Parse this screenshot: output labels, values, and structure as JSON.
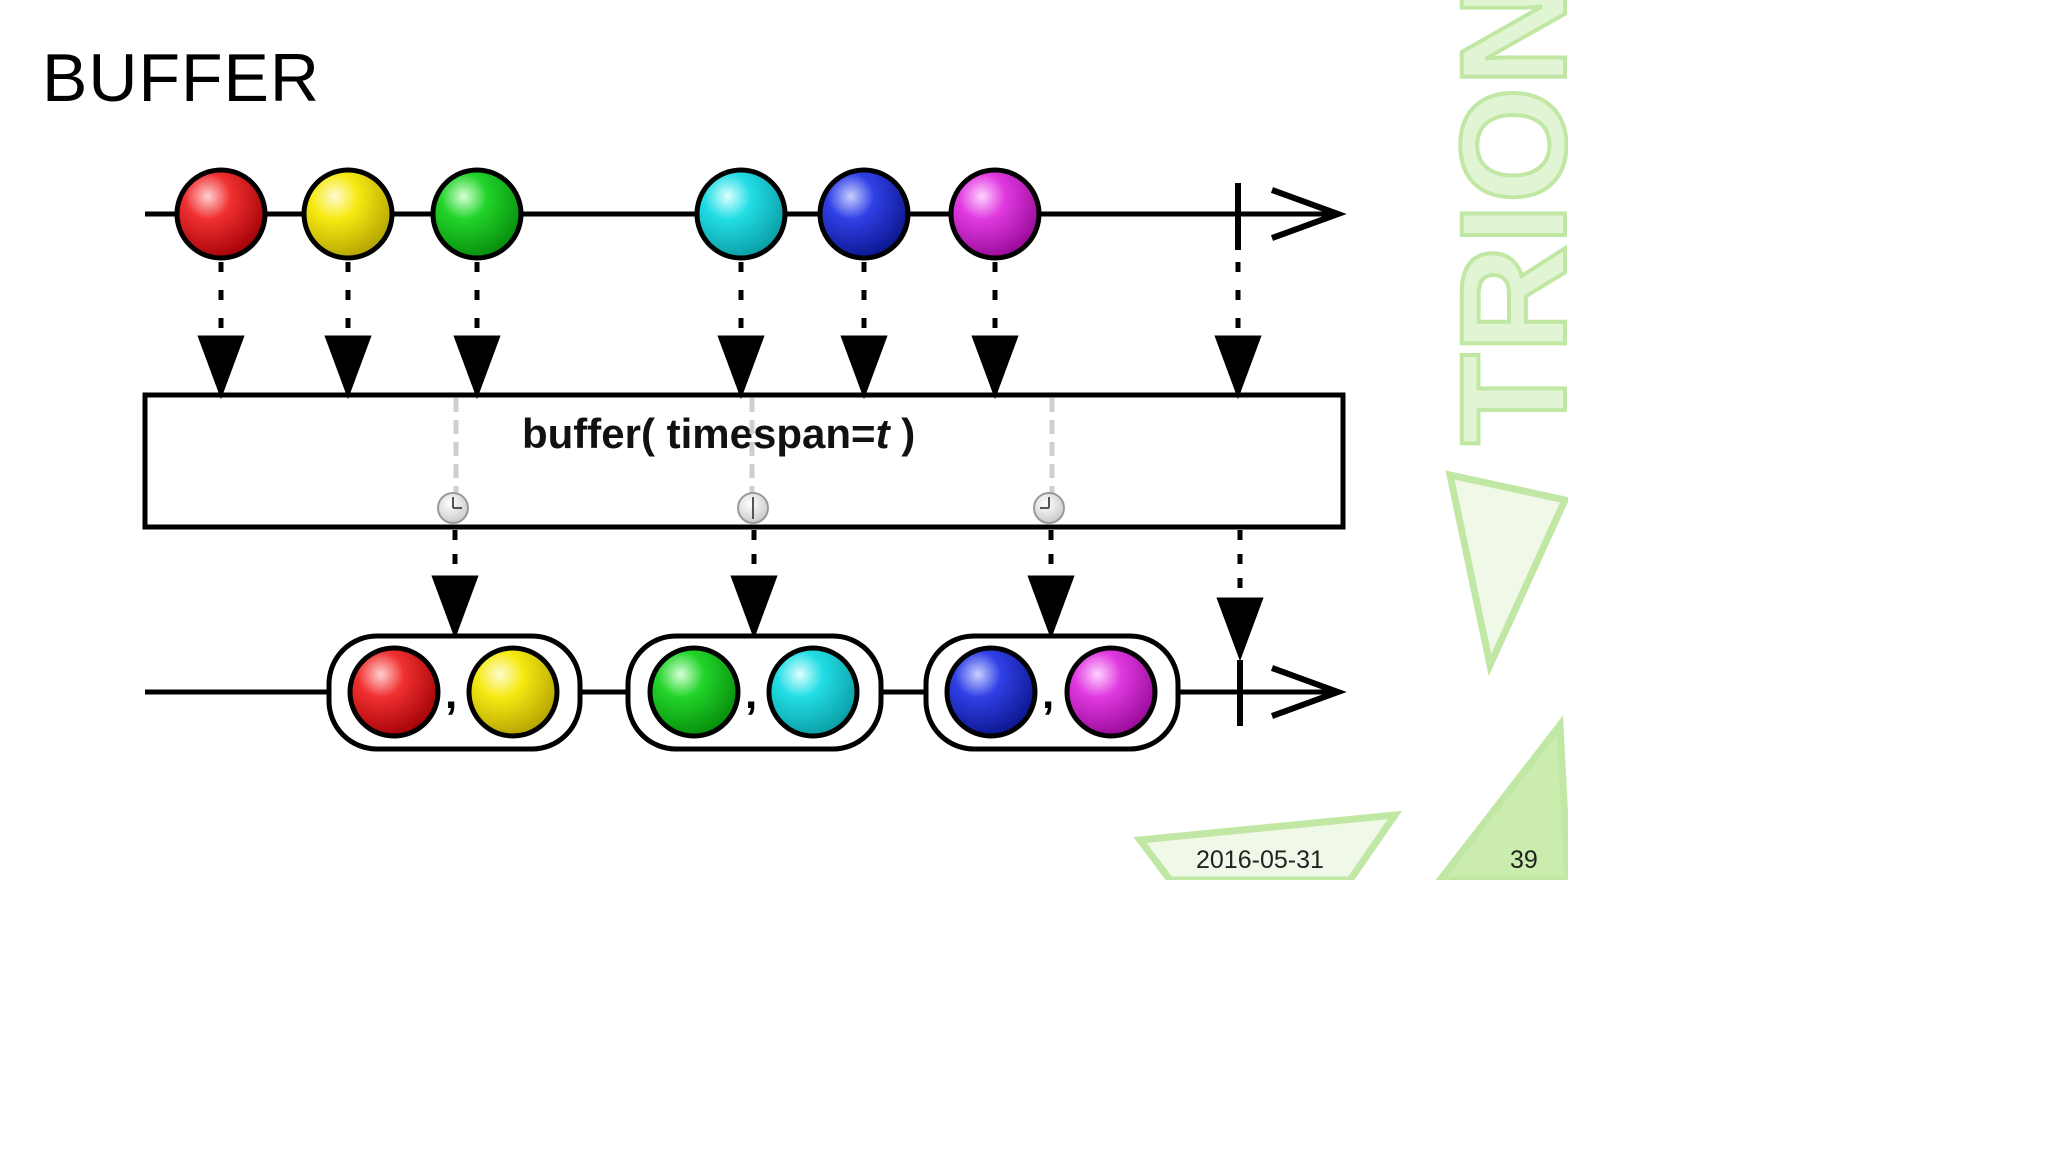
{
  "slide": {
    "title": "BUFFER",
    "date": "2016-05-31",
    "page_number": "39",
    "watermark": "TRION"
  },
  "diagram": {
    "operator_name": "buffer( timespan=",
    "operator_param": "t",
    "operator_close": " )",
    "buffer_separator": ",",
    "source_marbles": [
      {
        "color": "red",
        "hex": "#e8141a"
      },
      {
        "color": "yellow",
        "hex": "#f2e400"
      },
      {
        "color": "green",
        "hex": "#13c81a"
      },
      {
        "color": "cyan",
        "hex": "#16d4dc"
      },
      {
        "color": "blue",
        "hex": "#2232d8"
      },
      {
        "color": "magenta",
        "hex": "#d82ad8"
      }
    ],
    "output_buffers": [
      {
        "marbles": [
          "red",
          "yellow"
        ]
      },
      {
        "marbles": [
          "green",
          "cyan"
        ]
      },
      {
        "marbles": [
          "blue",
          "magenta"
        ]
      }
    ],
    "timer_ticks": 3,
    "completion": true
  },
  "colors": {
    "watermark": "#8fd35a",
    "line": "#000000"
  }
}
